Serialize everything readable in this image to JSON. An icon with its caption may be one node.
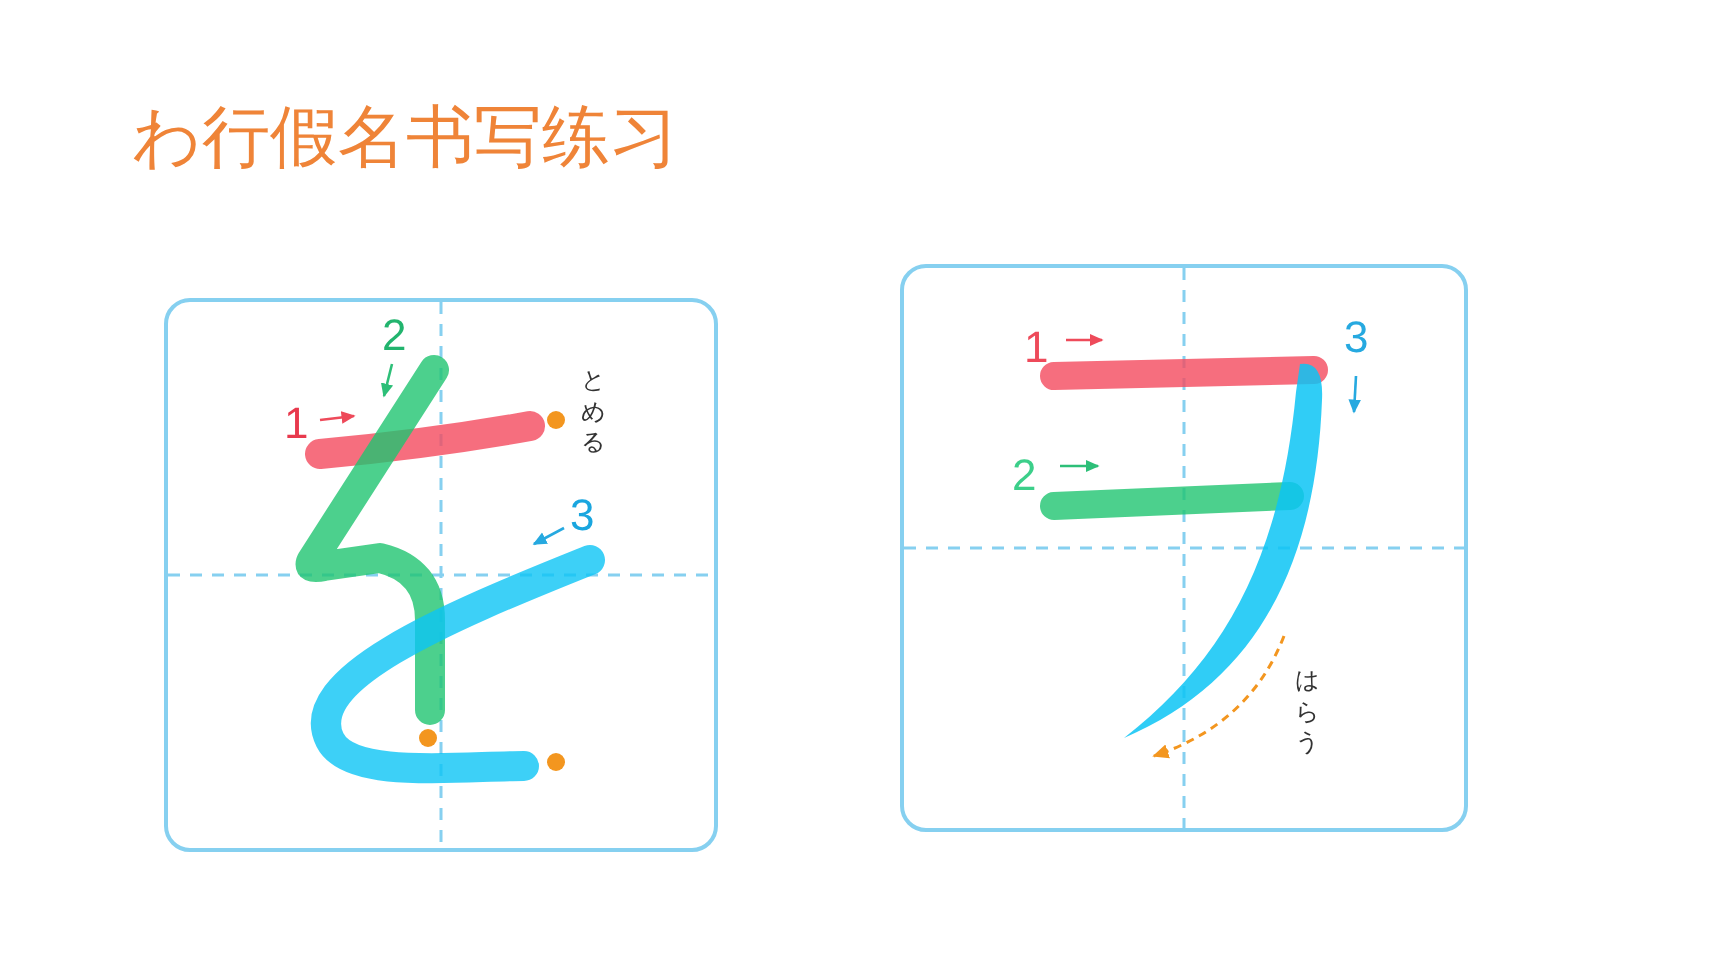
{
  "diagram": {
    "title": "わ行假名书写练习",
    "labels": [
      "2",
      "1",
      "とめる",
      "3",
      "1",
      "3",
      "2",
      "はらう"
    ]
  }
}
